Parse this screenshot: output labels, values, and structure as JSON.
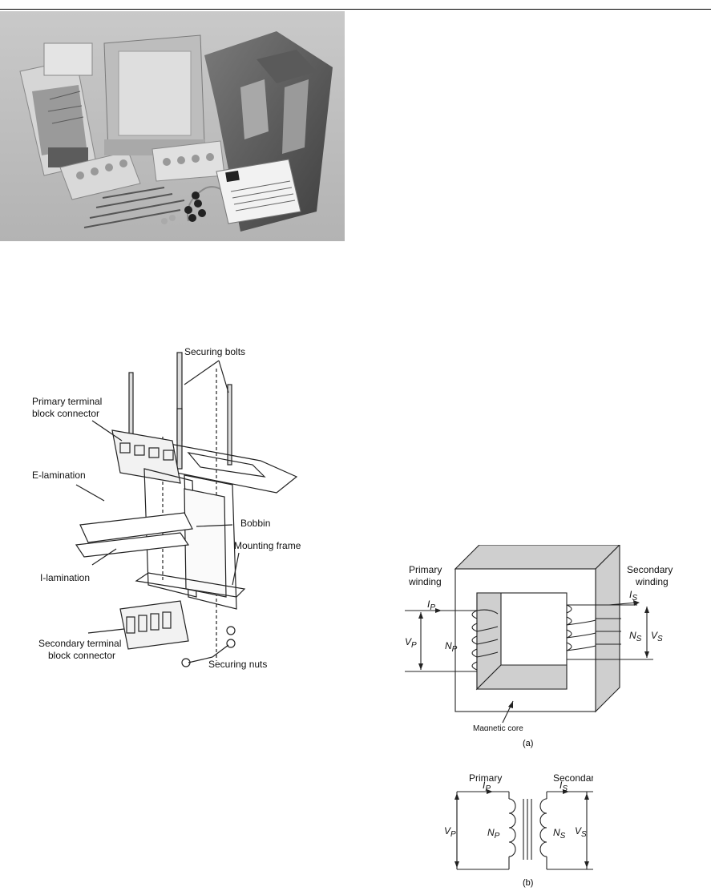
{
  "exploded_view": {
    "labels": {
      "securing_bolts": "Securing bolts",
      "primary_block_line1": "Primary terminal",
      "primary_block_line2": "block connector",
      "e_lamination": "E-lamination",
      "bobbin": "Bobbin",
      "i_lamination": "I-lamination",
      "mounting_frame": "Mounting frame",
      "secondary_block_line1": "Secondary terminal",
      "secondary_block_line2": "block connector",
      "securing_nuts": "Securing nuts"
    }
  },
  "figure_a": {
    "primary_line1": "Primary",
    "primary_line2": "winding",
    "secondary_line1": "Secondary",
    "secondary_line2": "winding",
    "i_p": "I",
    "p_sub": "P",
    "i_s": "I",
    "s_sub": "S",
    "v_p": "V",
    "n_p": "N",
    "v_s": "V",
    "n_s": "N",
    "core": "Magnetic core",
    "caption": "(a)"
  },
  "figure_b": {
    "primary": "Primary",
    "secondary": "Secondary",
    "i_p": "I",
    "p_sub": "P",
    "i_s": "I",
    "s_sub": "S",
    "v_p": "V",
    "n_p": "N",
    "v_s": "V",
    "n_s": "N",
    "caption": "(b)"
  }
}
